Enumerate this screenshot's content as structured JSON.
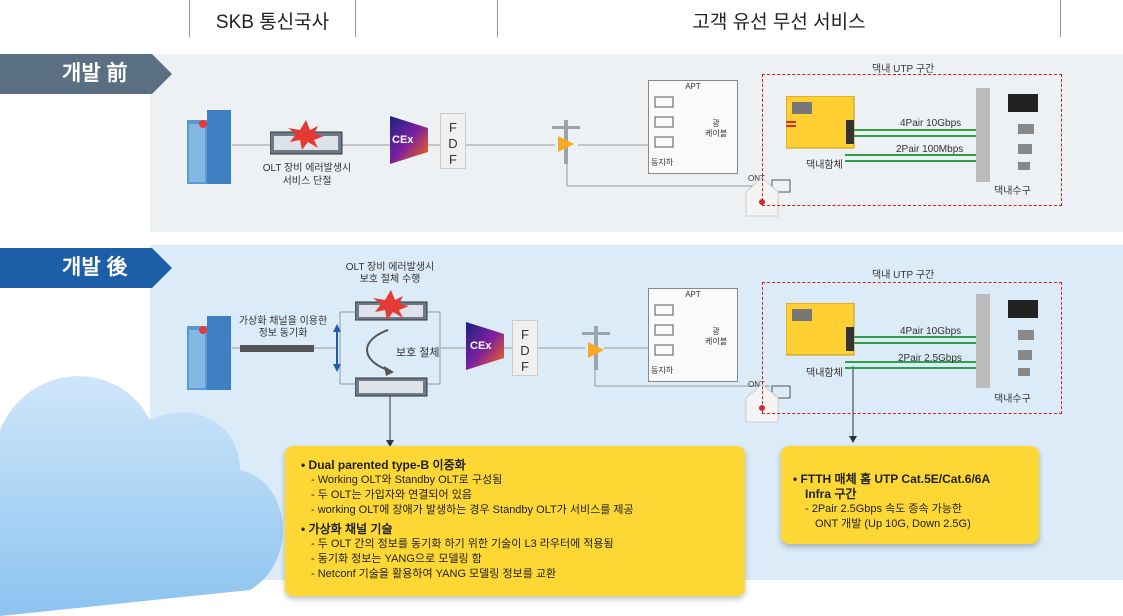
{
  "header": {
    "left_title": "SKB 통신국사",
    "right_title": "고객 유선 무선 서비스"
  },
  "before": {
    "tag": "개발 前",
    "olt_note_line1": "OLT 장비 에러발생시",
    "olt_note_line2": "서비스 단절",
    "cex": "CEx",
    "fdf": [
      "F",
      "D",
      "F"
    ],
    "apt": "APT",
    "optical_cable_line1": "광",
    "optical_cable_line2": "케이블",
    "basement": "동지하",
    "ont": "ONT",
    "utp_zone": "댁내 UTP 구간",
    "link1": "4Pair 10Gbps",
    "link2": "2Pair 100Mbps",
    "home_box": "댁내함체",
    "outlet": "댁내수구"
  },
  "after": {
    "tag": "개발 後",
    "olt_note_line1": "OLT 장비 에러발생시",
    "olt_note_line2": "보호 절체 수행",
    "virtual_line1": "가상화 채널을 이용한",
    "virtual_line2": "정보 동기화",
    "protect": "보호 절체",
    "cex": "CEx",
    "fdf": [
      "F",
      "D",
      "F"
    ],
    "apt": "APT",
    "optical_cable_line1": "광",
    "optical_cable_line2": "케이블",
    "basement": "동지하",
    "ont": "ONT",
    "utp_zone": "댁내 UTP 구간",
    "link1": "4Pair 10Gbps",
    "link2": "2Pair 2.5Gbps",
    "home_box": "댁내함체",
    "outlet": "댁내수구"
  },
  "left_box": {
    "h1": "• Dual parented type-B 이중화",
    "i1": "- Working OLT와 Standby OLT로 구성됨",
    "i2": "- 두 OLT는 가입자와 연결되어 있음",
    "i3": "- working OLT에 장애가 발생하는 경우 Standby OLT가 서비스를 제공",
    "h2": "• 가상화 채널 기술",
    "i4": "- 두 OLT 간의 정보를 동기화 하기 위한 기술이 L3 라우터에 적용됨",
    "i5": "- 동기화 정보는 YANG으로 모델링 함",
    "i6": "- Netconf 기술을 활용하여 YANG 모델링 정보를 교환"
  },
  "right_box": {
    "h1": "• FTTH 매체 홈 UTP Cat.5E/Cat.6/6A",
    "h1b": "Infra 구간",
    "i1": "- 2Pair 2.5Gbps 속도 증속 가능한",
    "i1b": "ONT 개발 (Up 10G, Down 2.5G)"
  },
  "colors": {
    "tag_before": "#5a6f82",
    "tag_after": "#1d5ea8",
    "callout": "#fdd835",
    "dashed_zone": "#d0201e",
    "link_green": "#2e9e4a"
  }
}
